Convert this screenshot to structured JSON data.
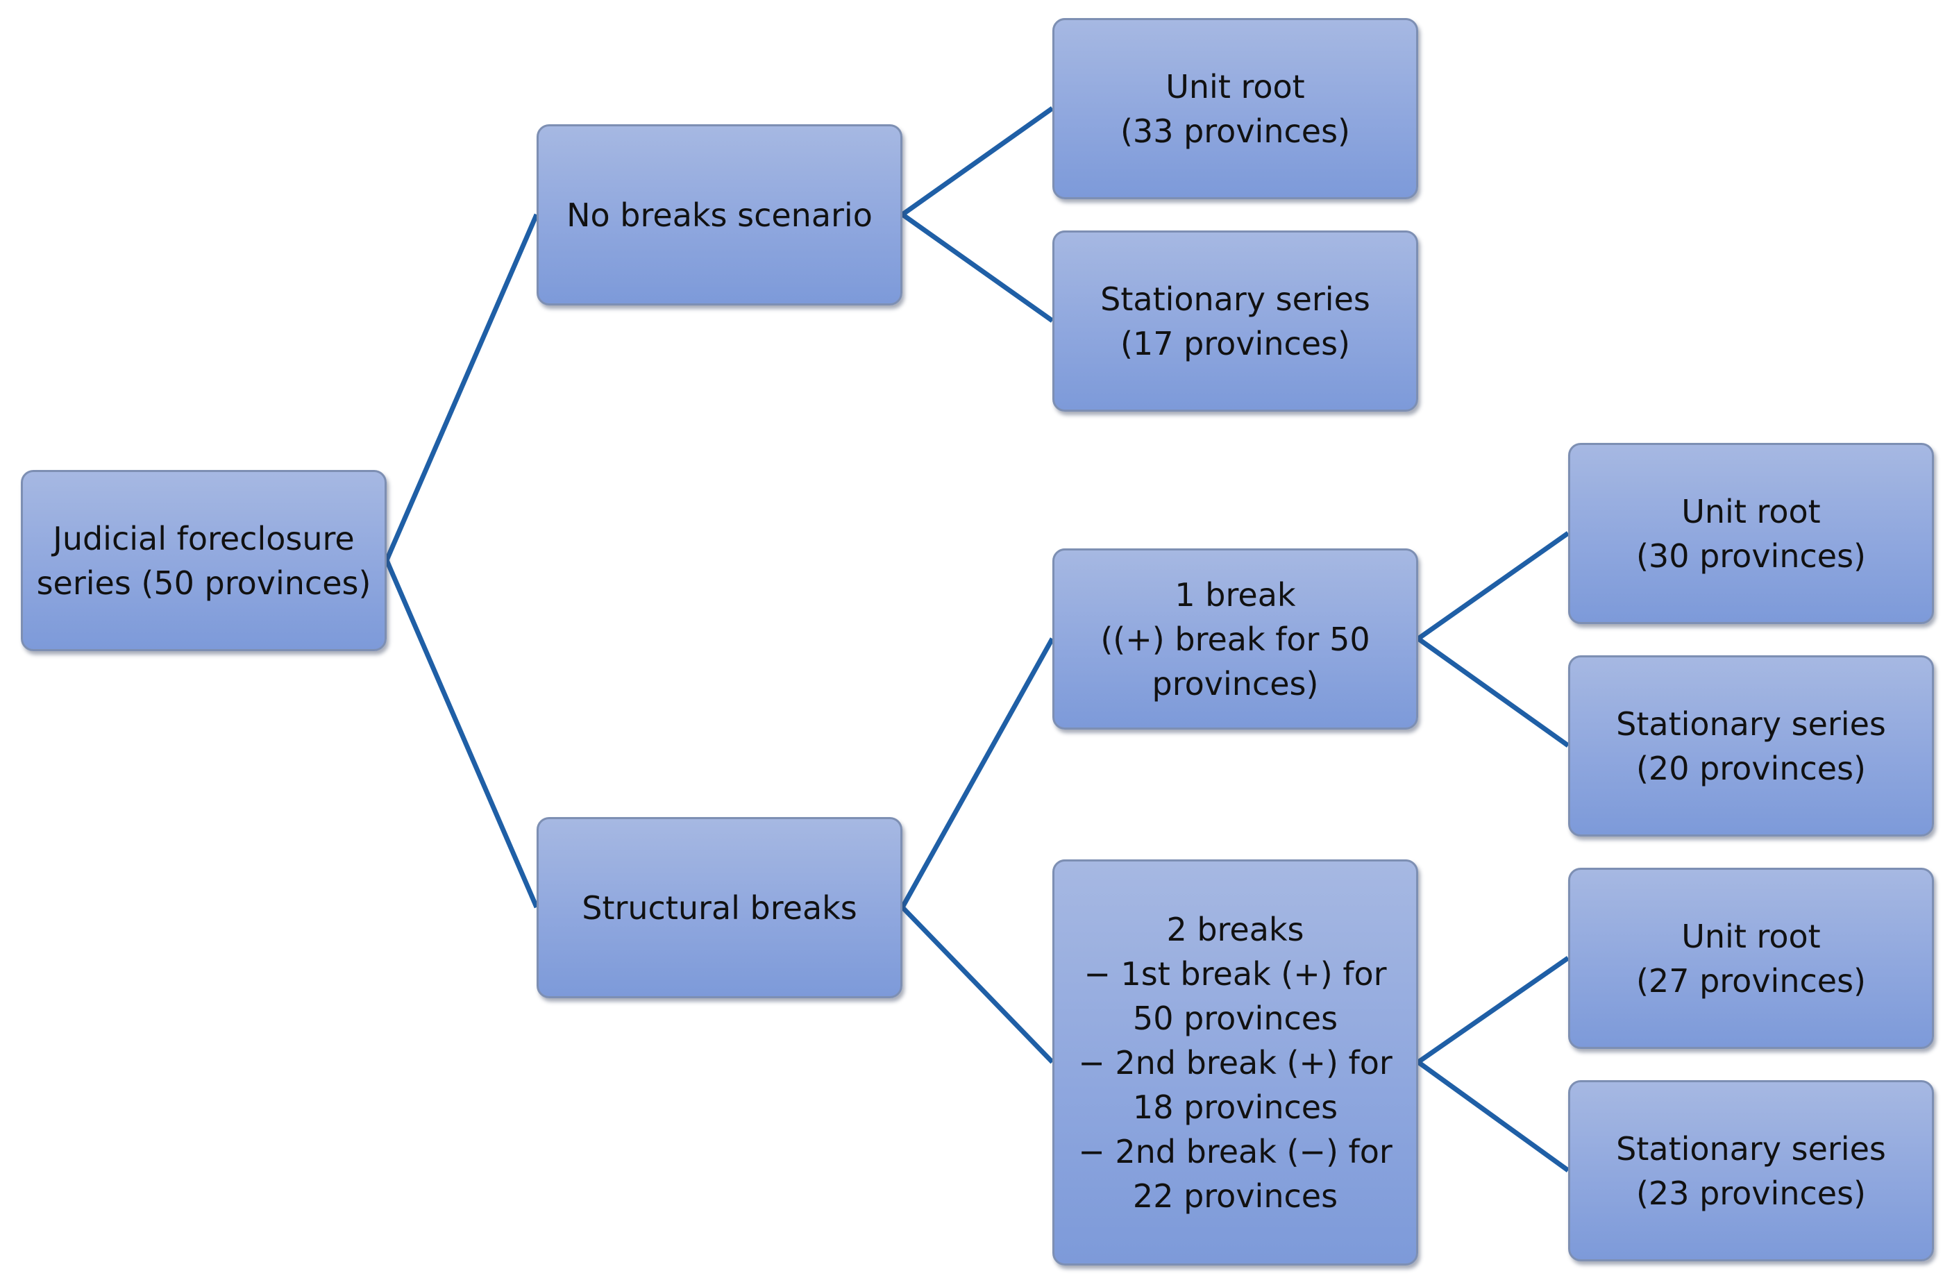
{
  "nodes": {
    "root": "Judicial foreclosure\nseries (50 provinces)",
    "no_breaks": "No breaks scenario",
    "structural_breaks": "Structural breaks",
    "no_breaks_unit_root": "Unit root\n(33 provinces)",
    "no_breaks_stationary": "Stationary series\n(17 provinces)",
    "one_break": "1 break\n((+) break for 50\nprovinces)",
    "two_breaks": "2 breaks\n− 1st break (+) for\n50 provinces\n− 2nd break (+) for\n18 provinces\n− 2nd break (−) for\n22 provinces",
    "one_break_unit_root": "Unit root\n(30 provinces)",
    "one_break_stationary": "Stationary series\n(20 provinces)",
    "two_breaks_unit_root": "Unit root\n(27 provinces)",
    "two_breaks_stationary": "Stationary series\n(23 provinces)"
  },
  "colors": {
    "connector": "#1f5fa6",
    "node_fill_top": "#a6b8e2",
    "node_fill_bottom": "#7d9ad9",
    "node_border": "#7d8fb3",
    "text": "#111111"
  }
}
